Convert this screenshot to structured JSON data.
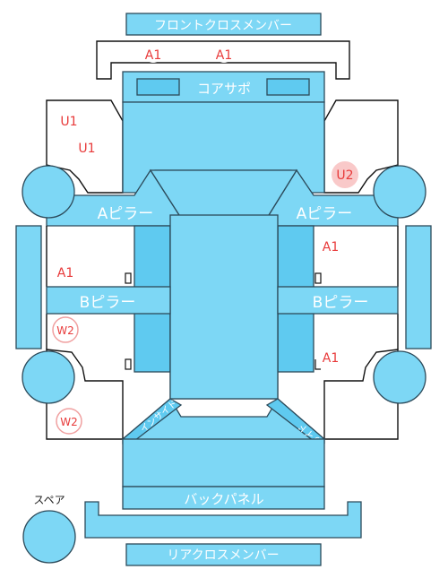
{
  "parts": {
    "front_cross_member": "フロントクロスメンバー",
    "core_support": "コアサポ",
    "a_pillar_left": "Aピラー",
    "a_pillar_right": "Aピラー",
    "b_pillar_left": "Bピラー",
    "b_pillar_right": "Bピラー",
    "inside_left": "インサイド",
    "inside_right": "インサイド",
    "back_panel": "バックパネル",
    "rear_cross_member": "リアクロスメンバー",
    "spare": "スペア"
  },
  "marks": {
    "front_a1_left": "A1",
    "front_a1_right": "A1",
    "u1_top": "U1",
    "u1_bottom": "U1",
    "u2": "U2",
    "left_a1": "A1",
    "right_a1_top": "A1",
    "right_a1_bottom": "A1",
    "w2_upper": "W2",
    "w2_lower": "W2"
  },
  "colors": {
    "panel": "#7dd7f5",
    "panel_dark": "#5fcaf0",
    "mark": "#e83a3a",
    "mark_circle": "#f9c9c9"
  }
}
